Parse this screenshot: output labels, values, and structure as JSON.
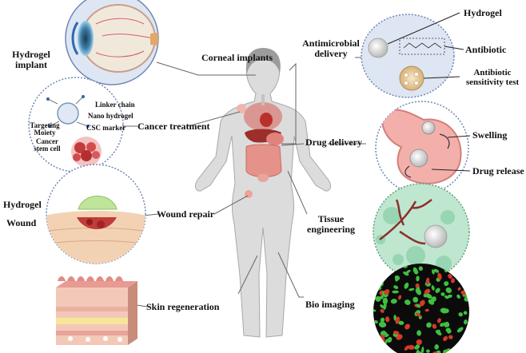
{
  "diagram": {
    "center_figure": "human-body",
    "applications": [
      {
        "id": "corneal",
        "label": "Corneal implants",
        "callouts": [
          "Hydrogel implant"
        ]
      },
      {
        "id": "cancer",
        "label": "Cancer treatment",
        "callouts": [
          "Linker chain",
          "Nano hydrogel",
          "Targeting Moiety",
          "CSC marker",
          "Cancer stem cell"
        ]
      },
      {
        "id": "wound",
        "label": "Wound repair",
        "callouts": [
          "Hydrogel",
          "Wound"
        ]
      },
      {
        "id": "skin",
        "label": "Skin regeneration",
        "callouts": []
      },
      {
        "id": "antimicrobial",
        "label": "Antimicrobial delivery",
        "callouts": [
          "Hydrogel",
          "Antibiotic",
          "Antibiotic sensitivity test"
        ]
      },
      {
        "id": "drug",
        "label": "Drug delivery",
        "callouts": [
          "Swelling",
          "Drug release"
        ]
      },
      {
        "id": "tissue",
        "label": "Tissue engineering",
        "callouts": []
      },
      {
        "id": "bio",
        "label": "Bio imaging",
        "callouts": []
      }
    ]
  },
  "labels": {
    "corneal_implants": "Corneal implants",
    "hydrogel_implant": "Hydrogel implant",
    "cancer_treatment": "Cancer treatment",
    "linker_chain": "Linker chain",
    "nano_hydrogel": "Nano hydrogel",
    "targeting_moiety": "Targeting Moiety",
    "csc_marker": "CSC marker",
    "cancer_stem_cell": "Cancer stem cell",
    "wound_repair": "Wound repair",
    "hydrogel_wound": "Hydrogel",
    "wound": "Wound",
    "skin_regeneration": "Skin regeneration",
    "antimicrobial_delivery": "Antimicrobial delivery",
    "hydrogel_top": "Hydrogel",
    "antibiotic": "Antibiotic",
    "antibiotic_sensitivity": "Antibiotic sensitivity test",
    "drug_delivery": "Drug delivery",
    "swelling": "Swelling",
    "drug_release": "Drug release",
    "tissue_engineering": "Tissue engineering",
    "bio_imaging": "Bio imaging"
  },
  "colors": {
    "panel_fill": "#dde6f2",
    "panel_stroke": "#6f86b5",
    "skin": "#dedede",
    "organ_red": "#c8544a",
    "stomach": "#f0a9a5",
    "tissue_green": "#bfe6cf",
    "vessel": "#8c2f2a",
    "imaging_bg": "#0b0b0b",
    "imaging_cell": "#3fbf3f",
    "imaging_red": "#d23a2a",
    "wound_bg": "#f1c9a6"
  }
}
